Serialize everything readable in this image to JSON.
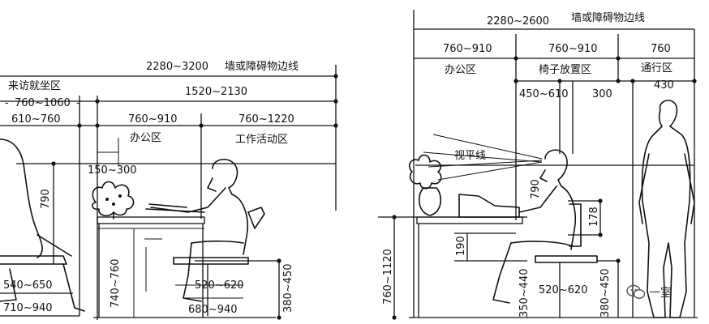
{
  "left": {
    "wall_dim": "2280~3200",
    "wall_label": "墙或障碍物边线",
    "visitor_zone": "来访就坐区",
    "visitor_dim": "760~1060",
    "span_1520": "1520~2130",
    "dim_610": "610~760",
    "office_dim": "760~910",
    "office_label": "办公区",
    "work_dim": "760~1220",
    "work_label": "工作活动区",
    "dim_150": "150~300",
    "height_790": "790",
    "desk_height": "740~760",
    "seat_height": "380~450",
    "dim_520": "520~620",
    "dim_680": "680~940",
    "dim_540": "540~650",
    "dim_710": "710~940"
  },
  "right": {
    "wall_dim": "2280~2600",
    "wall_label": "墙或障碍物边线",
    "office_dim": "760~910",
    "office_label": "办公区",
    "chair_dim": "760~910",
    "chair_label": "椅子放置区",
    "pass_dim": "760",
    "pass_label": "通行区",
    "dim_430": "430",
    "dim_450": "450~610",
    "dim_300": "300",
    "sight_label": "视平线",
    "height_790": "790",
    "dim_178": "178",
    "desk_height": "760~1120",
    "dim_190": "190",
    "seat_height": "350~440",
    "dim_520": "520~620",
    "dim_380": "380~450"
  },
  "watermark": {
    "icon": "wechat-icon",
    "text": "一室"
  }
}
